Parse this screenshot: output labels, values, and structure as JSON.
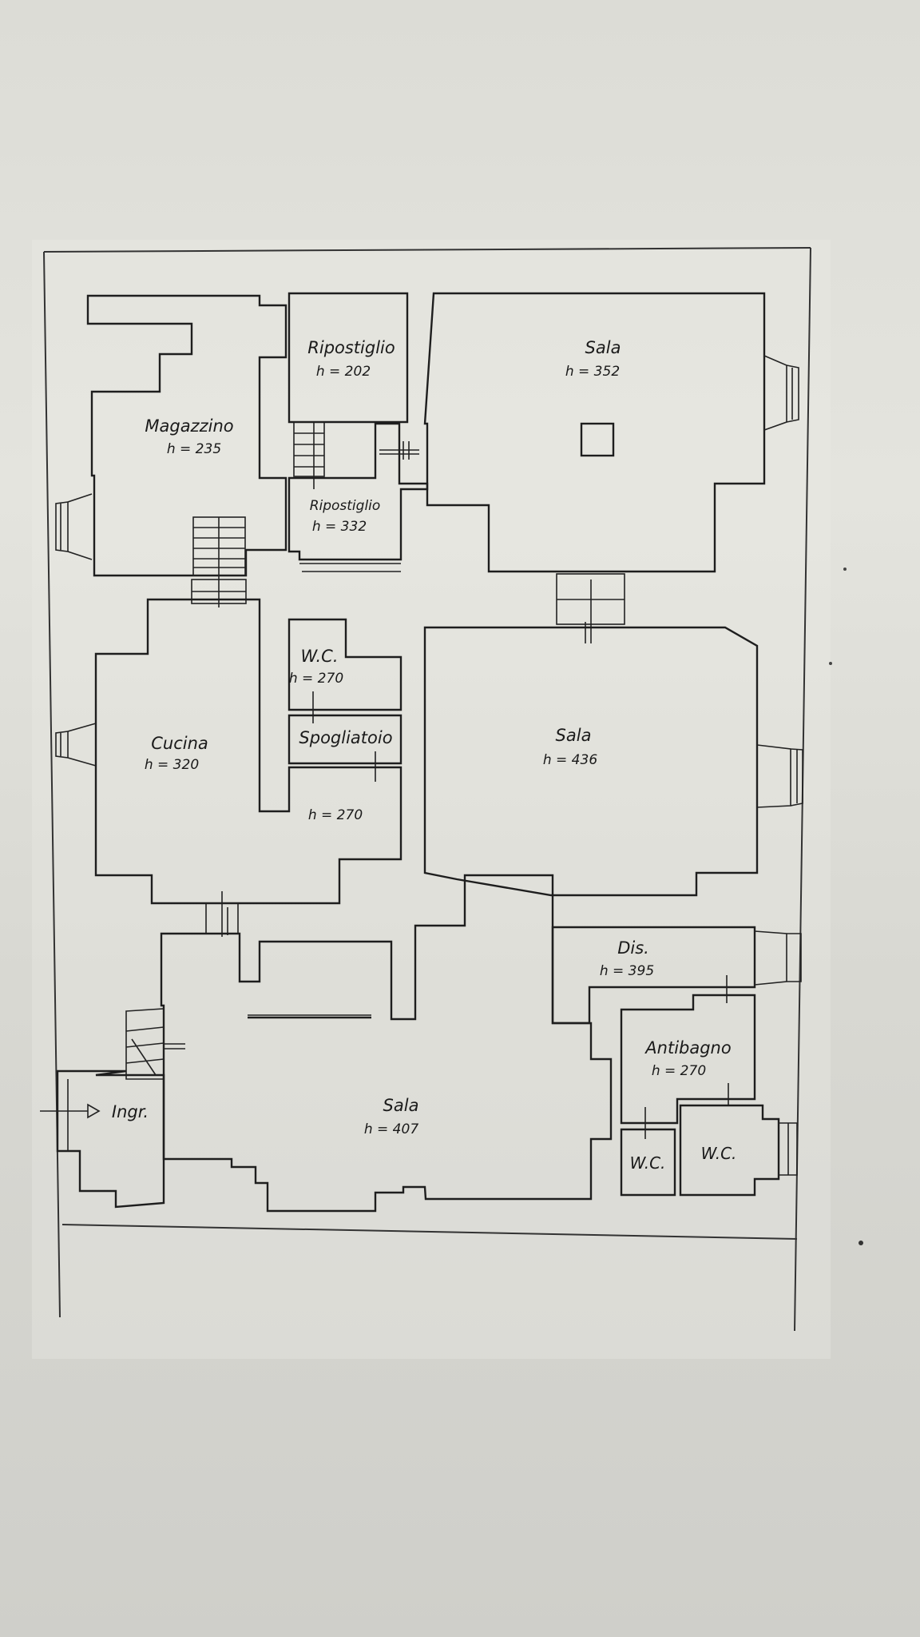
{
  "rooms": {
    "magazzino": {
      "name": "Magazzino",
      "height": "h = 235"
    },
    "ripostiglio_top": {
      "name": "Ripostiglio",
      "height": "h = 202"
    },
    "ripostiglio_mid": {
      "name": "Ripostiglio",
      "height": "h = 332"
    },
    "sala_top": {
      "name": "Sala",
      "height": "h = 352"
    },
    "wc_center": {
      "name": "W.C.",
      "height": "h = 270"
    },
    "spogliatoio": {
      "name": "Spogliatoio"
    },
    "corridor": {
      "height": "h = 270"
    },
    "cucina": {
      "name": "Cucina",
      "height": "h = 320"
    },
    "sala_mid": {
      "name": "Sala",
      "height": "h = 436"
    },
    "dis": {
      "name": "Dis.",
      "height": "h = 395"
    },
    "antibagno": {
      "name": "Antibagno",
      "height": "h = 270"
    },
    "wc_small": {
      "name": "W.C."
    },
    "wc_large": {
      "name": "W.C."
    },
    "sala_bottom": {
      "name": "Sala",
      "height": "h = 407"
    },
    "ingresso": {
      "name": "Ingr."
    }
  }
}
